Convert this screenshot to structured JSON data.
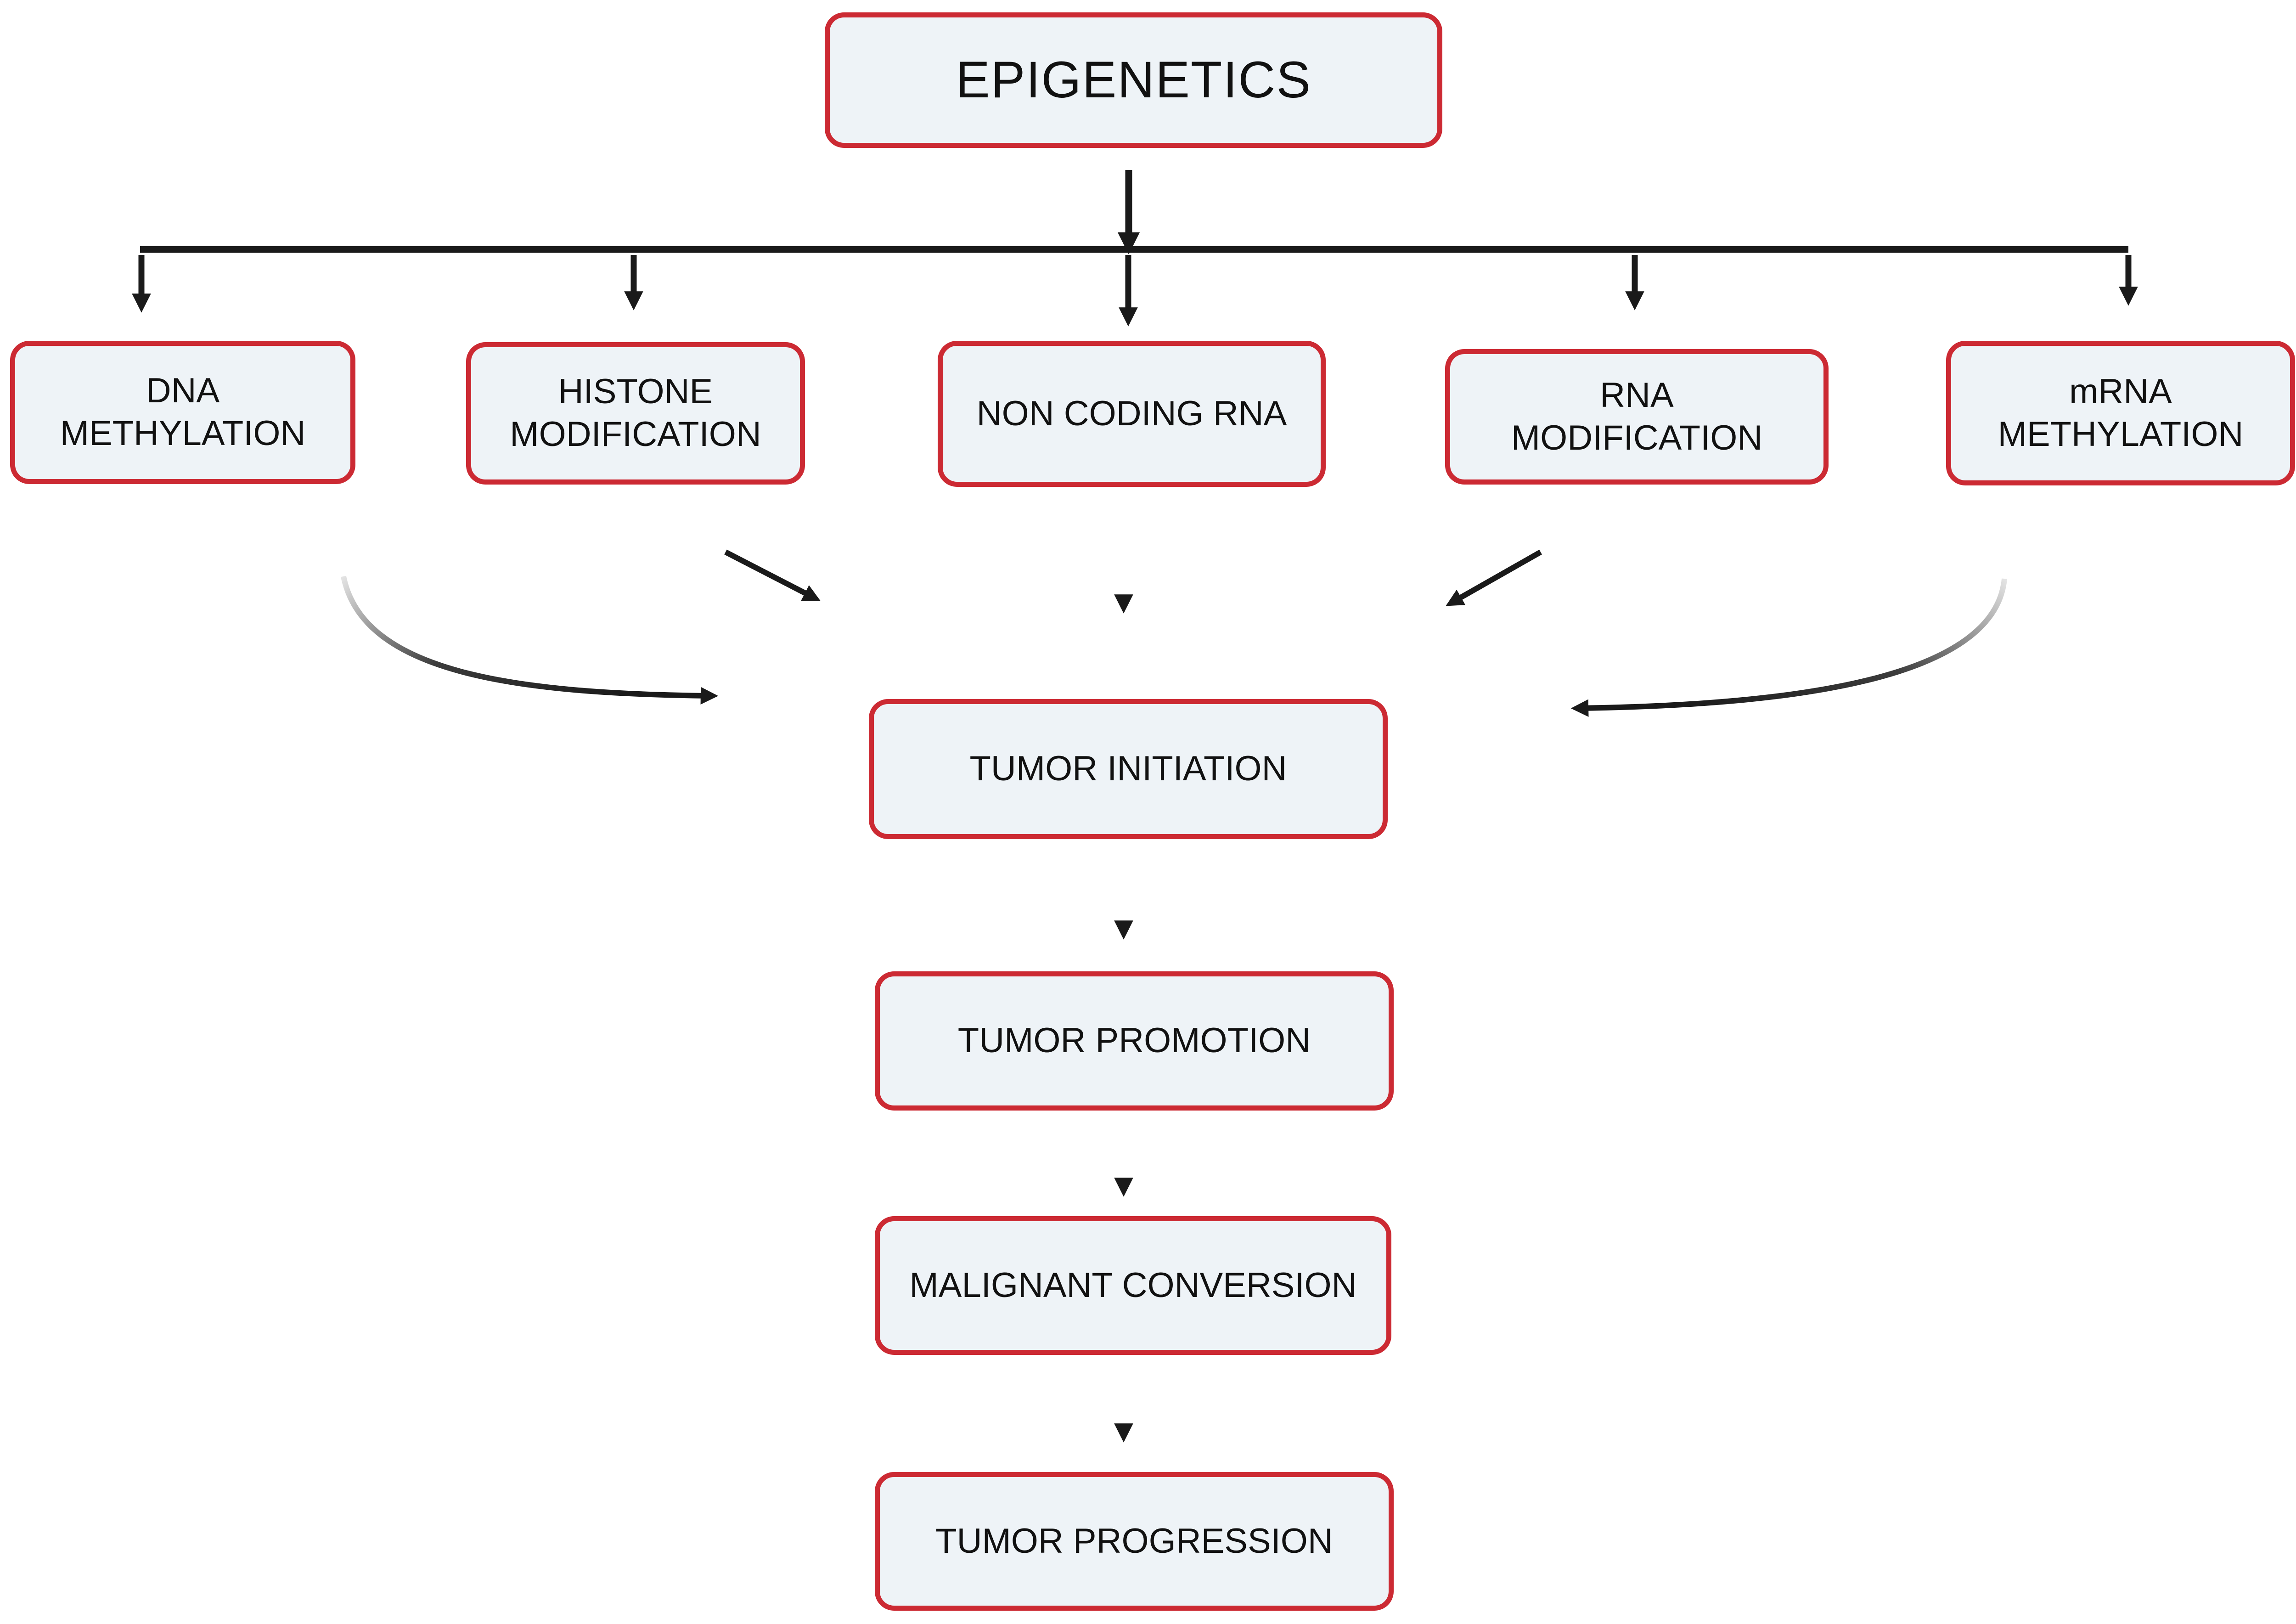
{
  "diagram": {
    "root": {
      "label": "EPIGENETICS"
    },
    "mechanisms": [
      {
        "line1": "DNA",
        "line2": "METHYLATION"
      },
      {
        "line1": "HISTONE",
        "line2": "MODIFICATION"
      },
      {
        "line1": "NON CODING RNA",
        "line2": ""
      },
      {
        "line1": "RNA",
        "line2": "MODIFICATION"
      },
      {
        "line1": "mRNA",
        "line2": "METHYLATION"
      }
    ],
    "stages": [
      {
        "label": "TUMOR INITIATION"
      },
      {
        "label": "TUMOR PROMOTION"
      },
      {
        "label": "MALIGNANT CONVERSION"
      },
      {
        "label": "TUMOR PROGRESSION"
      }
    ]
  },
  "colors": {
    "box_fill": "#eef3f7",
    "box_border": "#cc2a33",
    "text": "#111111",
    "arrow": "#1a1a1a"
  },
  "icons": {
    "arrow": "arrow-down-icon",
    "curved_arrow": "curved-arrow-icon"
  }
}
